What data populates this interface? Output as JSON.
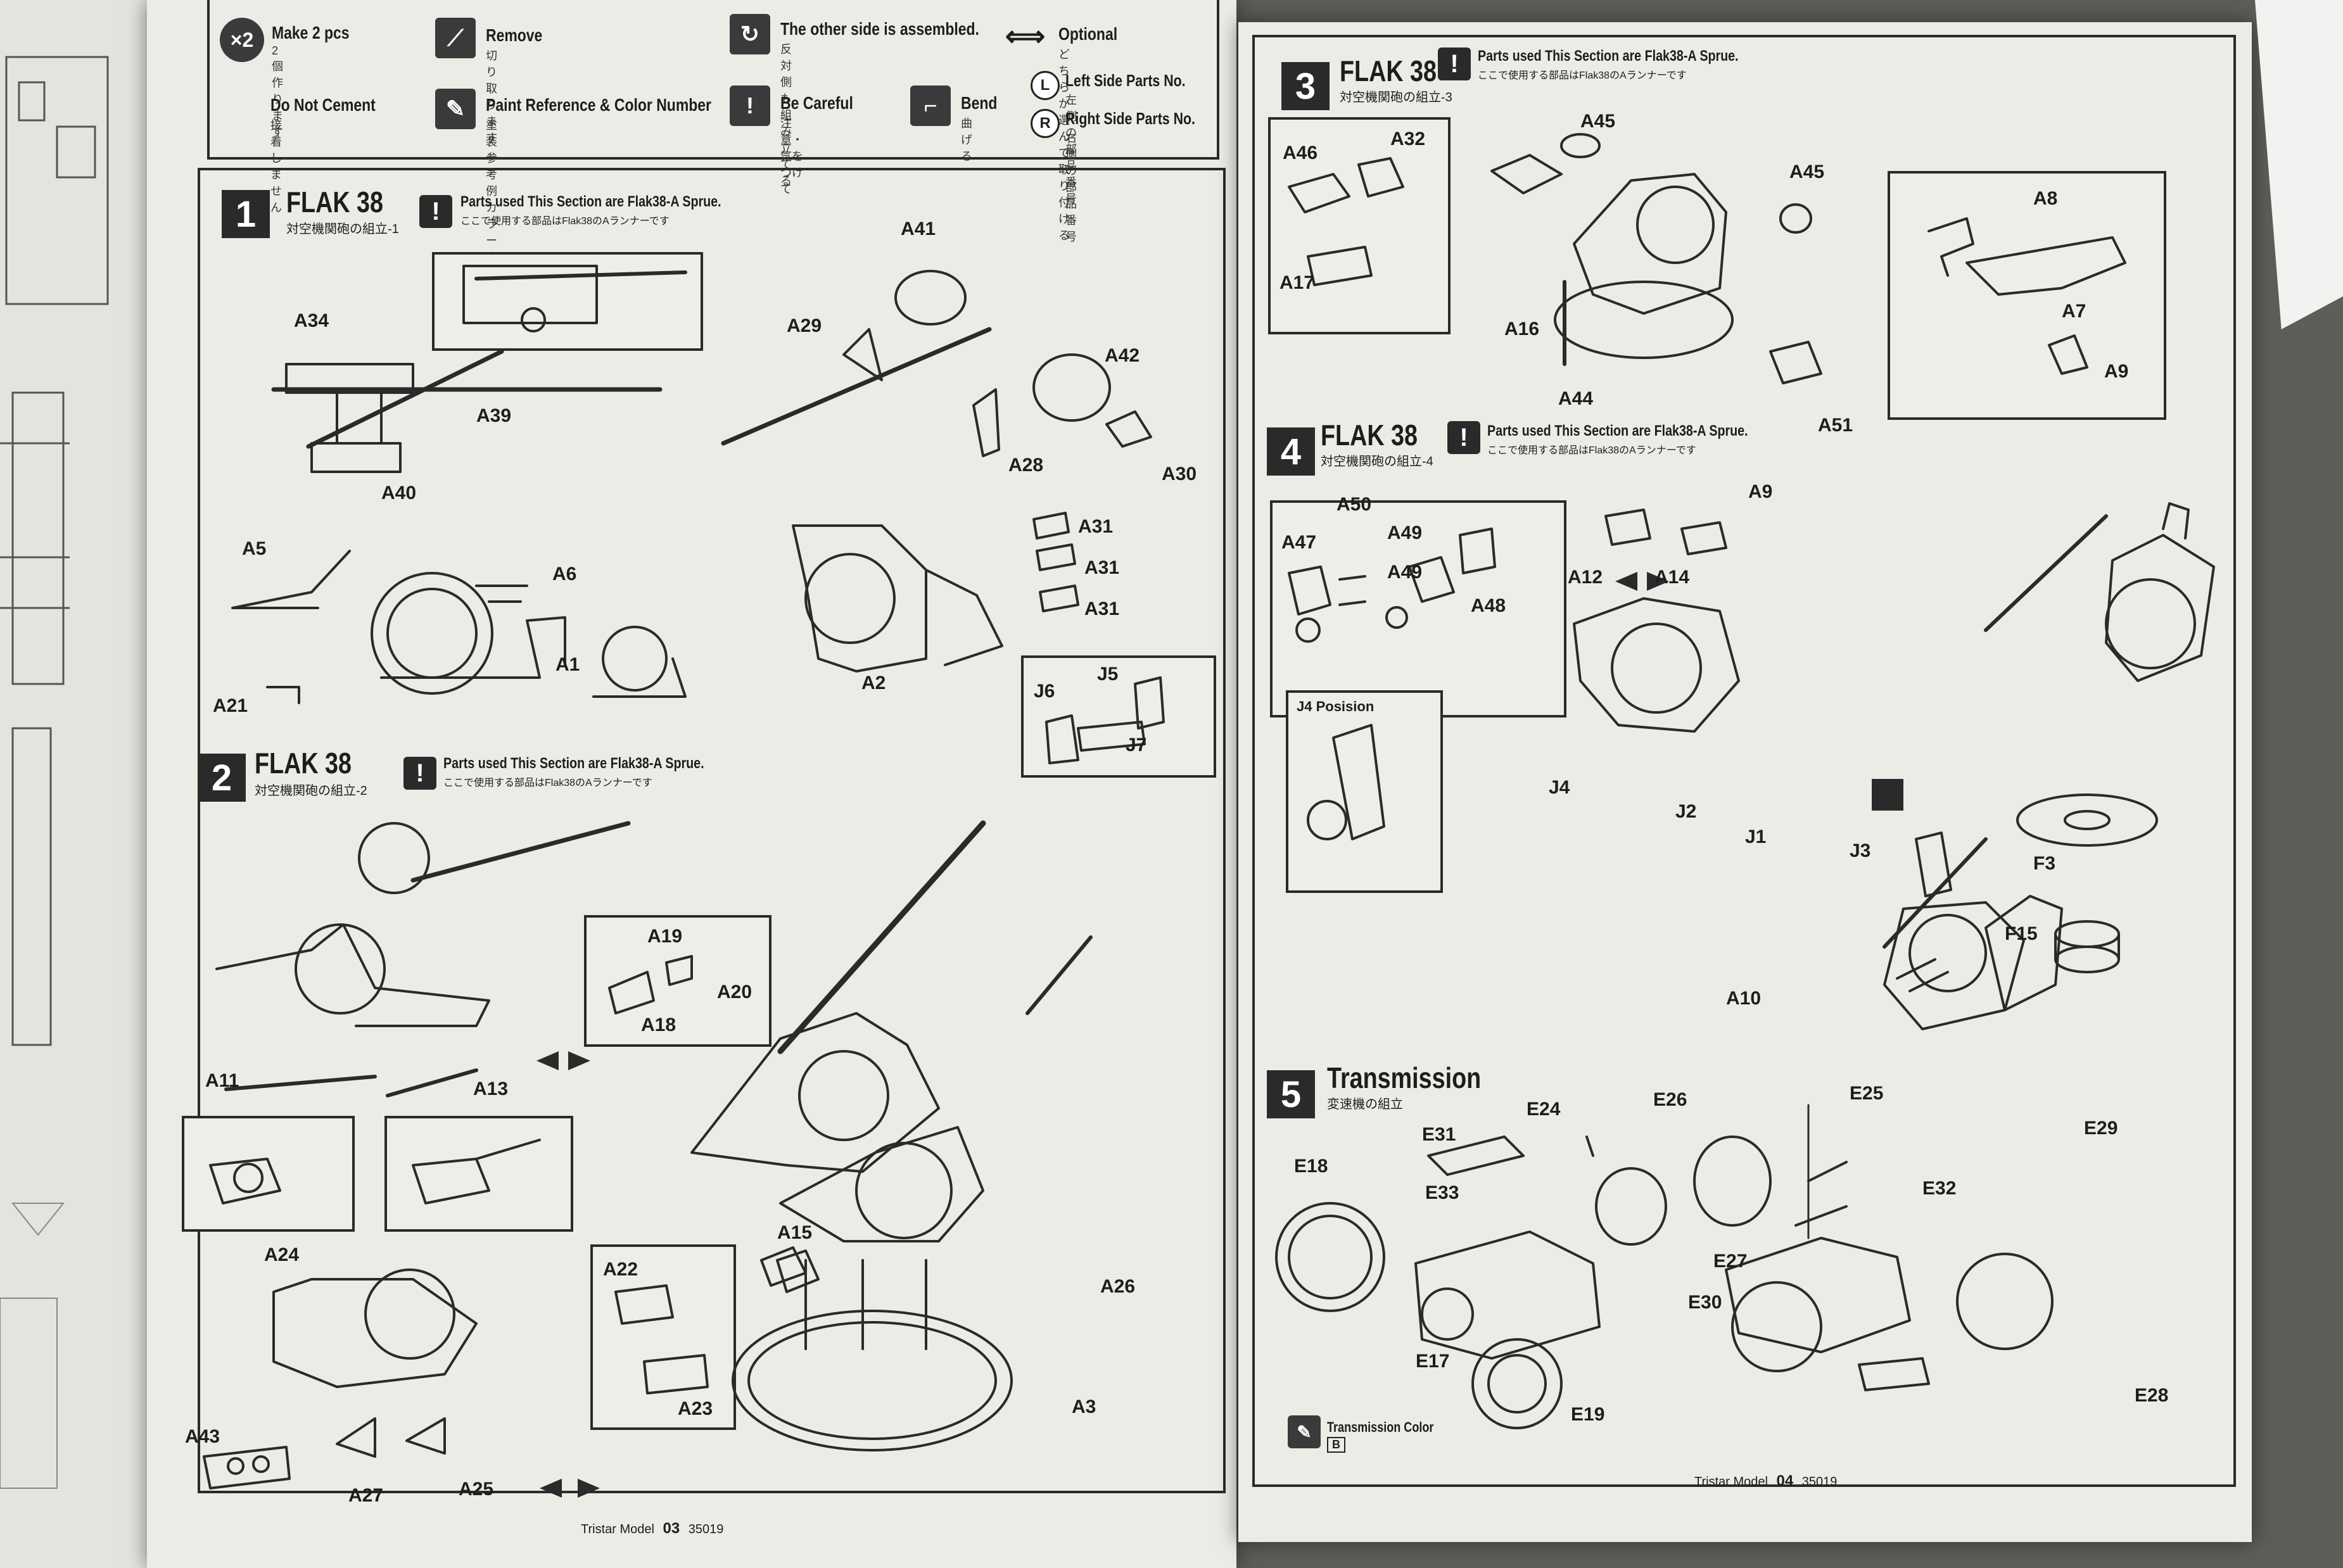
{
  "legend": {
    "make_2": {
      "badge": "×2",
      "title": "Make 2 pcs",
      "jp": "2個作ります"
    },
    "remove": {
      "title": "Remove",
      "jp": "切り取ります"
    },
    "other_side": {
      "title": "The other side is assembled.",
      "jp": "反対側も組み立てる"
    },
    "optional": {
      "title": "Optional",
      "jp": "どちらか選んで取り付ける"
    },
    "no_cement": {
      "title": "Do Not Cement",
      "jp": "接着しません"
    },
    "paint": {
      "title": "Paint Reference & Color Number",
      "jp": "塗装参考例 カラーナンバー"
    },
    "careful": {
      "title": "Be Careful",
      "jp": "注意・気をつけて"
    },
    "bend": {
      "title": "Bend",
      "jp": "曲げる"
    },
    "left_side": {
      "badge": "L",
      "title": "Left Side Parts No.",
      "jp": "左側の部品番号"
    },
    "right_side": {
      "badge": "R",
      "title": "Right Side Parts No.",
      "jp": "右側の部品番号"
    }
  },
  "steps": {
    "s1": {
      "num": "1",
      "title": "FLAK 38",
      "sub": "対空機関砲の組立-1",
      "note": "Parts used This Section are Flak38-A Sprue.",
      "note_jp": "ここで使用する部品はFlak38のAランナーです"
    },
    "s2": {
      "num": "2",
      "title": "FLAK 38",
      "sub": "対空機関砲の組立-2",
      "note": "Parts used This Section are Flak38-A Sprue.",
      "note_jp": "ここで使用する部品はFlak38のAランナーです"
    },
    "s3": {
      "num": "3",
      "title": "FLAK 38",
      "sub": "対空機関砲の組立-3",
      "note": "Parts used This Section are Flak38-A Sprue.",
      "note_jp": "ここで使用する部品はFlak38のAランナーです"
    },
    "s4": {
      "num": "4",
      "title": "FLAK 38",
      "sub": "対空機関砲の組立-4",
      "note": "Parts used This Section are Flak38-A Sprue.",
      "note_jp": "ここで使用する部品はFlak38のAランナーです"
    },
    "s5": {
      "num": "5",
      "title": "Transmission",
      "sub": "変速機の組立",
      "paint_label": "Transmission Color",
      "paint_code": "B"
    }
  },
  "labels_left": [
    "A34",
    "A39",
    "A40",
    "A41",
    "A29",
    "A42",
    "A28",
    "A30",
    "A5",
    "A6",
    "A1",
    "A21",
    "A31",
    "A31",
    "A31",
    "A2",
    "J6",
    "J5",
    "J7",
    "A19",
    "A20",
    "A18",
    "A11",
    "A13",
    "A24",
    "A15",
    "A26",
    "A22",
    "A23",
    "A43",
    "A27",
    "A25",
    "A3"
  ],
  "labels_right": [
    "A46",
    "A32",
    "A17",
    "A45",
    "A45",
    "A16",
    "A44",
    "A8",
    "A7",
    "A9",
    "A51",
    "A50",
    "A47",
    "A49",
    "A49",
    "A48",
    "A9",
    "A12",
    "A14",
    "J4",
    "J2",
    "J1",
    "J3",
    "A10",
    "F3",
    "F15",
    "E31",
    "E24",
    "E26",
    "E25",
    "E29",
    "E18",
    "E33",
    "E32",
    "E27",
    "E30",
    "E17",
    "E19",
    "E28"
  ],
  "j4_caption": "J4 Posision",
  "footer_left": {
    "brand": "Tristar Model",
    "page": "03",
    "code": "35019"
  },
  "footer_right": {
    "brand": "Tristar Model",
    "page": "04",
    "code": "35019"
  }
}
